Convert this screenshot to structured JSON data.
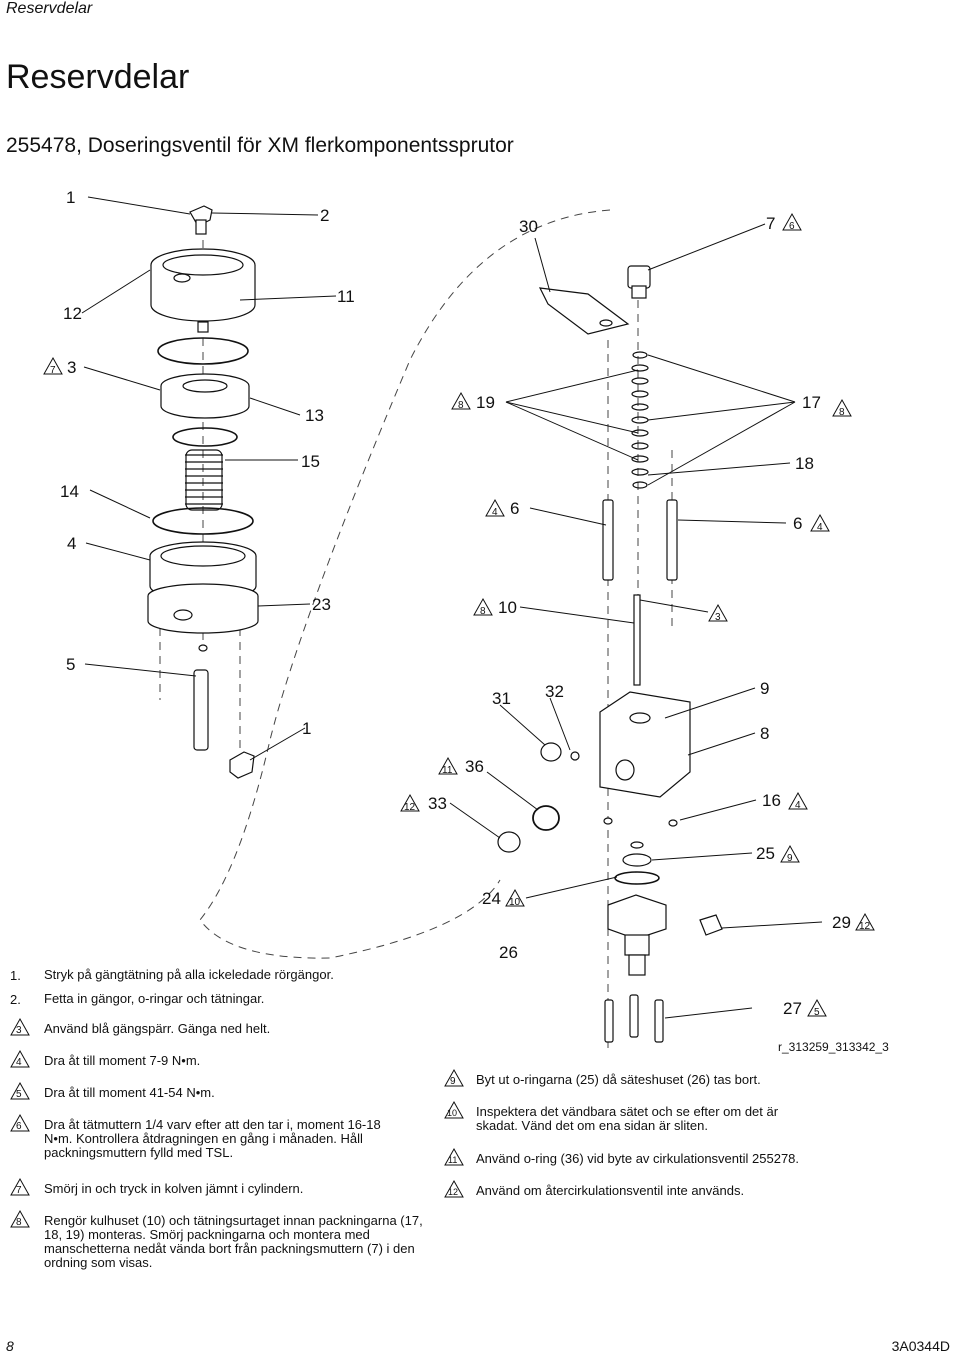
{
  "header": {
    "section": "Reservdelar"
  },
  "page_title": "Reservdelar",
  "subtitle": "255478, Doseringsventil för XM flerkomponentssprutor",
  "figure_ref": "r_313259_313342_3",
  "callouts": {
    "c1a": "1",
    "c2": "2",
    "c30": "30",
    "c7": "7",
    "c12": "12",
    "c11": "11",
    "c3": "3",
    "c13": "13",
    "c19": "19",
    "c17": "17",
    "c15": "15",
    "c14": "14",
    "c18": "18",
    "c6a": "6",
    "c4": "4",
    "c6b": "6",
    "c23": "23",
    "c10": "10",
    "c5": "5",
    "c31": "31",
    "c32": "32",
    "c9": "9",
    "c1b": "1",
    "c8": "8",
    "c36": "36",
    "c33": "33",
    "c16": "16",
    "c25": "25",
    "c24": "24",
    "c29": "29",
    "c26": "26",
    "c27": "27"
  },
  "triangle_marks": {
    "t7_6": "6",
    "t7": "7",
    "t19": "8",
    "t17": "8",
    "t6a": "4",
    "t6b": "4",
    "t10": "8",
    "t3": "3",
    "t36": "11",
    "t33": "12",
    "t16": "4",
    "t25": "9",
    "t24": "10",
    "t29": "12",
    "t27": "5"
  },
  "notes_left": [
    {
      "label": "1.",
      "text": "Stryk på gängtätning på alla ickeledade rörgängor."
    },
    {
      "label": "2.",
      "text": "Fetta in gängor, o-ringar och tätningar."
    },
    {
      "label": "3",
      "text": "Använd blå gängspärr. Gänga ned helt."
    },
    {
      "label": "4",
      "text": "Dra åt till moment 7-9 N•m."
    },
    {
      "label": "5",
      "text": "Dra åt till moment 41-54 N•m."
    },
    {
      "label": "6",
      "text": "Dra åt tätmuttern 1/4 varv efter att den tar i, moment 16-18 N•m. Kontrollera åtdragningen en gång i månaden. Håll packningsmuttern fylld med TSL."
    },
    {
      "label": "7",
      "text": "Smörj in och tryck in kolven jämnt i cylindern."
    },
    {
      "label": "8",
      "text": "Rengör kulhuset (10) och tätningsurtaget innan packningarna (17, 18, 19) monteras. Smörj packningarna och montera med manschetterna nedåt vända bort från packningsmuttern (7) i den ordning som visas."
    }
  ],
  "notes_right": [
    {
      "label": "9",
      "text": "Byt ut o-ringarna (25) då säteshuset (26) tas bort."
    },
    {
      "label": "10",
      "text": "Inspektera det vändbara sätet och se efter om det är skadat. Vänd det om ena sidan är sliten."
    },
    {
      "label": "11",
      "text": "Använd o-ring (36) vid byte av cirkulationsventil 255278."
    },
    {
      "label": "12",
      "text": "Använd om återcirkulationsventil inte används."
    }
  ],
  "footer": {
    "page_number": "8",
    "doc_id": "3A0344D"
  }
}
